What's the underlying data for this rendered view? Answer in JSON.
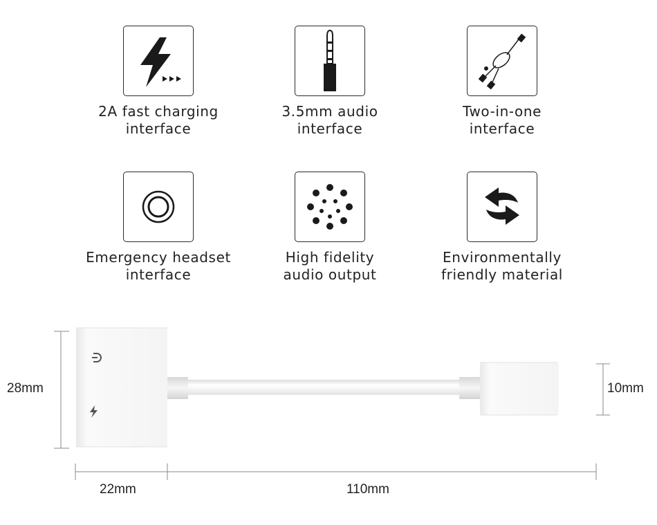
{
  "features": [
    {
      "id": "fast-charging",
      "icon": "lightning-bolt-icon",
      "line1": "2A fast charging",
      "line2": "interface"
    },
    {
      "id": "audio-35",
      "icon": "audio-jack-plug-icon",
      "line1": "3.5mm audio",
      "line2": "interface"
    },
    {
      "id": "two-in-one",
      "icon": "two-in-one-cable-icon",
      "line1": "Two-in-one",
      "line2": "interface"
    },
    {
      "id": "emergency-headset",
      "icon": "headset-port-ring-icon",
      "line1": "Emergency headset",
      "line2": "interface"
    },
    {
      "id": "high-fidelity",
      "icon": "dot-circle-icon",
      "line1": "High fidelity",
      "line2": "audio output"
    },
    {
      "id": "eco-material",
      "icon": "recycle-arrows-icon",
      "line1": "Environmentally",
      "line2": "friendly material"
    }
  ],
  "dimensions": {
    "height_adapter": "28mm",
    "height_plug": "10mm",
    "width_adapter": "22mm",
    "length_cable": "110mm"
  },
  "colors": {
    "stroke": "#2a2a2a",
    "icon_fill": "#1a1a1a",
    "product": "#f2f2f2",
    "dimension_line": "#888888"
  }
}
